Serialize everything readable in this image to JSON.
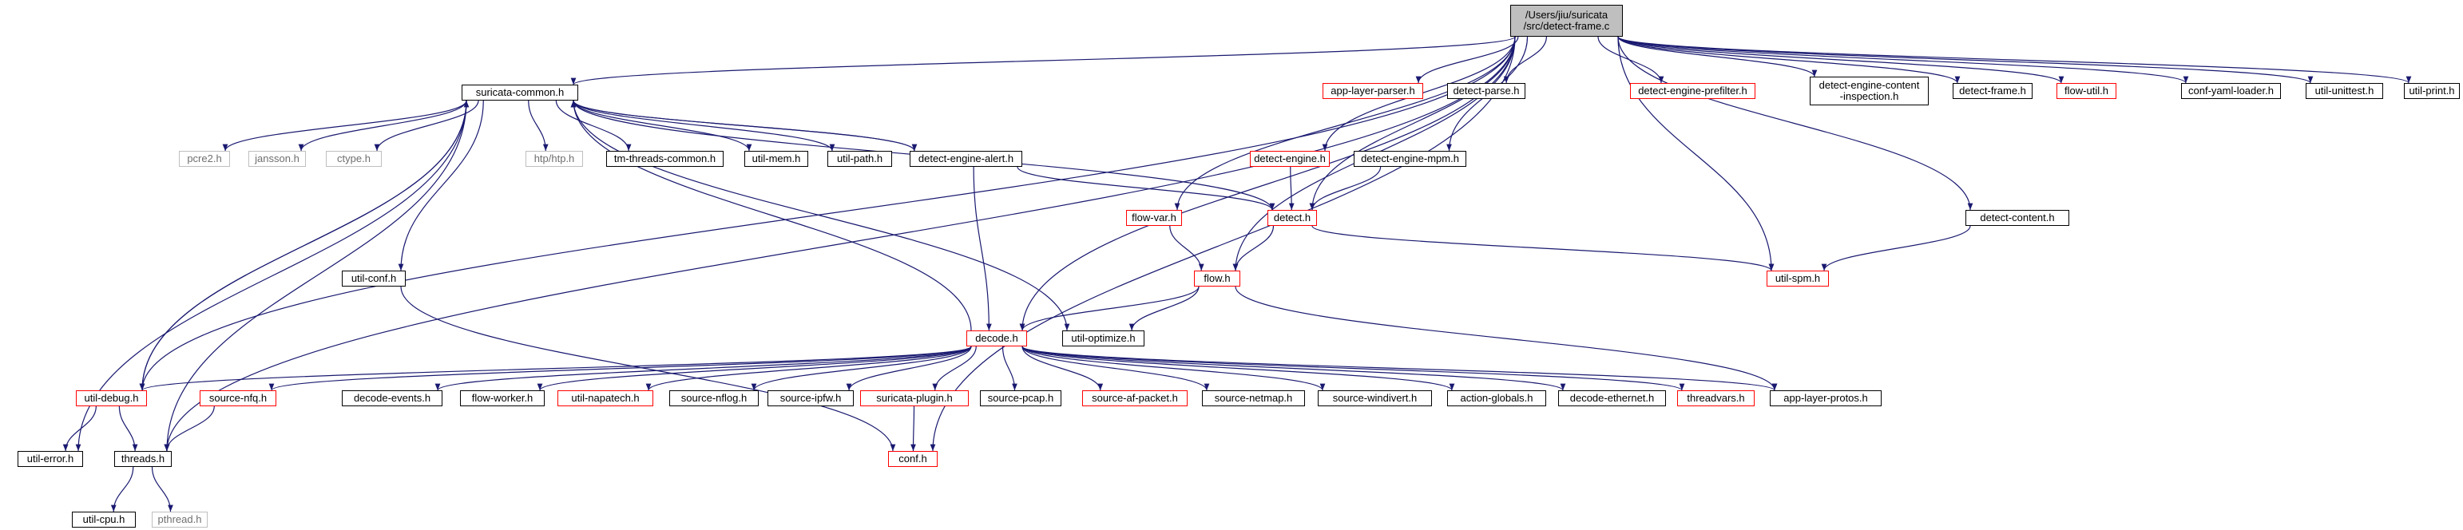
{
  "graph": {
    "root": "root",
    "colors": {
      "edge": "#191970",
      "root_fill": "#bfbfbf",
      "missing_border": "#ff0000",
      "external_border": "#bfbfbf",
      "default_border": "#000000"
    },
    "nodes": [
      {
        "id": "root",
        "label": "/Users/jiu/suricata\n/src/detect-frame.c",
        "style": "root"
      },
      {
        "id": "app_layer_parser",
        "label": "app-layer-parser.h",
        "style": "red"
      },
      {
        "id": "detect_parse",
        "label": "detect-parse.h",
        "style": "normal"
      },
      {
        "id": "detect_engine_prefilter",
        "label": "detect-engine-prefilter.h",
        "style": "red"
      },
      {
        "id": "detect_engine_content_inspection",
        "label": "detect-engine-content\n-inspection.h",
        "style": "normal"
      },
      {
        "id": "detect_frame",
        "label": "detect-frame.h",
        "style": "normal"
      },
      {
        "id": "flow_util",
        "label": "flow-util.h",
        "style": "red"
      },
      {
        "id": "conf_yaml_loader",
        "label": "conf-yaml-loader.h",
        "style": "normal"
      },
      {
        "id": "util_unittest",
        "label": "util-unittest.h",
        "style": "normal"
      },
      {
        "id": "util_print",
        "label": "util-print.h",
        "style": "normal"
      },
      {
        "id": "suricata_common",
        "label": "suricata-common.h",
        "style": "normal"
      },
      {
        "id": "pcre2",
        "label": "pcre2.h",
        "style": "ext"
      },
      {
        "id": "jansson",
        "label": "jansson.h",
        "style": "ext"
      },
      {
        "id": "ctype",
        "label": "ctype.h",
        "style": "ext"
      },
      {
        "id": "htp",
        "label": "htp/htp.h",
        "style": "ext"
      },
      {
        "id": "tm_threads_common",
        "label": "tm-threads-common.h",
        "style": "normal"
      },
      {
        "id": "util_mem",
        "label": "util-mem.h",
        "style": "normal"
      },
      {
        "id": "util_path",
        "label": "util-path.h",
        "style": "normal"
      },
      {
        "id": "detect_engine_alert",
        "label": "detect-engine-alert.h",
        "style": "normal"
      },
      {
        "id": "detect_engine",
        "label": "detect-engine.h",
        "style": "red"
      },
      {
        "id": "detect_engine_mpm",
        "label": "detect-engine-mpm.h",
        "style": "normal"
      },
      {
        "id": "flow_var",
        "label": "flow-var.h",
        "style": "red"
      },
      {
        "id": "detect",
        "label": "detect.h",
        "style": "red"
      },
      {
        "id": "detect_content",
        "label": "detect-content.h",
        "style": "normal"
      },
      {
        "id": "util_spm",
        "label": "util-spm.h",
        "style": "red"
      },
      {
        "id": "util_conf",
        "label": "util-conf.h",
        "style": "normal"
      },
      {
        "id": "flow",
        "label": "flow.h",
        "style": "red"
      },
      {
        "id": "decode",
        "label": "decode.h",
        "style": "red"
      },
      {
        "id": "util_optimize",
        "label": "util-optimize.h",
        "style": "normal"
      },
      {
        "id": "util_debug",
        "label": "util-debug.h",
        "style": "red"
      },
      {
        "id": "source_nfq",
        "label": "source-nfq.h",
        "style": "red"
      },
      {
        "id": "decode_events",
        "label": "decode-events.h",
        "style": "normal"
      },
      {
        "id": "flow_worker",
        "label": "flow-worker.h",
        "style": "normal"
      },
      {
        "id": "util_napatech",
        "label": "util-napatech.h",
        "style": "red"
      },
      {
        "id": "source_nflog",
        "label": "source-nflog.h",
        "style": "normal"
      },
      {
        "id": "source_ipfw",
        "label": "source-ipfw.h",
        "style": "normal"
      },
      {
        "id": "suricata_plugin",
        "label": "suricata-plugin.h",
        "style": "red"
      },
      {
        "id": "source_pcap",
        "label": "source-pcap.h",
        "style": "normal"
      },
      {
        "id": "source_af_packet",
        "label": "source-af-packet.h",
        "style": "red"
      },
      {
        "id": "source_netmap",
        "label": "source-netmap.h",
        "style": "normal"
      },
      {
        "id": "source_windivert",
        "label": "source-windivert.h",
        "style": "normal"
      },
      {
        "id": "action_globals",
        "label": "action-globals.h",
        "style": "normal"
      },
      {
        "id": "decode_ethernet",
        "label": "decode-ethernet.h",
        "style": "normal"
      },
      {
        "id": "threadvars",
        "label": "threadvars.h",
        "style": "red"
      },
      {
        "id": "app_layer_protos",
        "label": "app-layer-protos.h",
        "style": "normal"
      },
      {
        "id": "util_error",
        "label": "util-error.h",
        "style": "normal"
      },
      {
        "id": "threads",
        "label": "threads.h",
        "style": "normal"
      },
      {
        "id": "conf",
        "label": "conf.h",
        "style": "red"
      },
      {
        "id": "util_cpu",
        "label": "util-cpu.h",
        "style": "normal"
      },
      {
        "id": "pthread",
        "label": "pthread.h",
        "style": "ext"
      }
    ],
    "edges": [
      [
        "root",
        "suricata_common"
      ],
      [
        "root",
        "util_debug"
      ],
      [
        "root",
        "threads"
      ],
      [
        "root",
        "decode"
      ],
      [
        "root",
        "flow_var"
      ],
      [
        "root",
        "flow"
      ],
      [
        "root",
        "detect_engine"
      ],
      [
        "root",
        "detect_engine_mpm"
      ],
      [
        "root",
        "detect"
      ],
      [
        "root",
        "app_layer_parser"
      ],
      [
        "root",
        "detect_parse"
      ],
      [
        "root",
        "detect_engine_prefilter"
      ],
      [
        "root",
        "detect_engine_content_inspection"
      ],
      [
        "root",
        "detect_frame"
      ],
      [
        "root",
        "flow_util"
      ],
      [
        "root",
        "util_spm"
      ],
      [
        "root",
        "conf"
      ],
      [
        "root",
        "detect_content"
      ],
      [
        "root",
        "conf_yaml_loader"
      ],
      [
        "root",
        "util_unittest"
      ],
      [
        "root",
        "util_print"
      ],
      [
        "suricata_common",
        "pcre2"
      ],
      [
        "suricata_common",
        "jansson"
      ],
      [
        "suricata_common",
        "ctype"
      ],
      [
        "suricata_common",
        "htp"
      ],
      [
        "suricata_common",
        "tm_threads_common"
      ],
      [
        "suricata_common",
        "util_mem"
      ],
      [
        "suricata_common",
        "util_path"
      ],
      [
        "suricata_common",
        "detect_engine_alert"
      ],
      [
        "suricata_common",
        "util_debug"
      ],
      [
        "suricata_common",
        "util_error"
      ],
      [
        "suricata_common",
        "threads"
      ],
      [
        "suricata_common",
        "util_conf"
      ],
      [
        "suricata_common",
        "util_optimize"
      ],
      [
        "detect_engine_alert",
        "suricata_common"
      ],
      [
        "detect_engine_alert",
        "detect"
      ],
      [
        "detect_engine_alert",
        "decode"
      ],
      [
        "detect",
        "suricata_common"
      ],
      [
        "detect",
        "flow"
      ],
      [
        "detect",
        "util_spm"
      ],
      [
        "detect_engine",
        "detect"
      ],
      [
        "detect_engine_mpm",
        "detect"
      ],
      [
        "flow_var",
        "flow"
      ],
      [
        "detect_content",
        "util_spm"
      ],
      [
        "flow",
        "decode"
      ],
      [
        "flow",
        "util_optimize"
      ],
      [
        "flow",
        "app_layer_protos"
      ],
      [
        "util_conf",
        "conf"
      ],
      [
        "decode",
        "suricata_common"
      ],
      [
        "decode",
        "util_debug"
      ],
      [
        "decode",
        "source_nfq"
      ],
      [
        "decode",
        "decode_events"
      ],
      [
        "decode",
        "flow_worker"
      ],
      [
        "decode",
        "util_napatech"
      ],
      [
        "decode",
        "source_nflog"
      ],
      [
        "decode",
        "source_ipfw"
      ],
      [
        "decode",
        "suricata_plugin"
      ],
      [
        "decode",
        "source_pcap"
      ],
      [
        "decode",
        "source_af_packet"
      ],
      [
        "decode",
        "source_netmap"
      ],
      [
        "decode",
        "source_windivert"
      ],
      [
        "decode",
        "action_globals"
      ],
      [
        "decode",
        "decode_ethernet"
      ],
      [
        "decode",
        "threadvars"
      ],
      [
        "decode",
        "app_layer_protos"
      ],
      [
        "util_debug",
        "suricata_common"
      ],
      [
        "util_debug",
        "util_error"
      ],
      [
        "util_debug",
        "threads"
      ],
      [
        "source_nfq",
        "threads"
      ],
      [
        "suricata_plugin",
        "conf"
      ],
      [
        "threads",
        "util_cpu"
      ],
      [
        "threads",
        "pthread"
      ]
    ]
  }
}
